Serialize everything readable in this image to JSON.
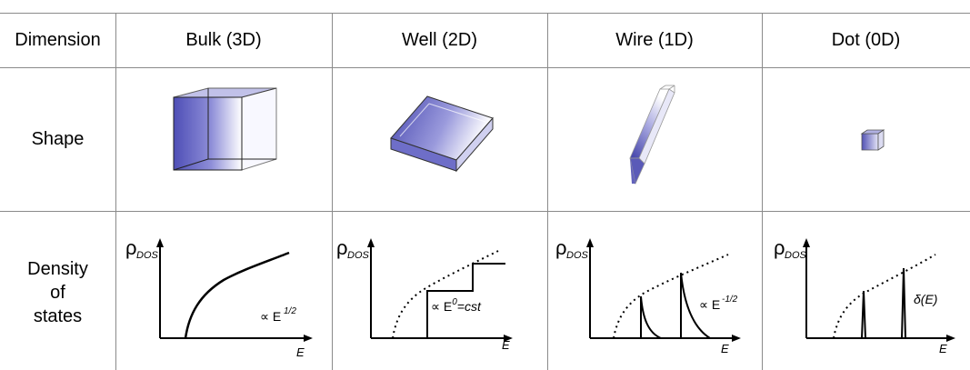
{
  "table": {
    "columns": [
      "Dimension",
      "Bulk (3D)",
      "Well (2D)",
      "Wire (1D)",
      "Dot (0D)"
    ],
    "rows": {
      "shape": "Shape",
      "dos_line1": "Density",
      "dos_line2": "of",
      "dos_line3": "states"
    }
  },
  "plots": {
    "axis_y": "ρ",
    "axis_y_sub": "DOS",
    "axis_x": "E",
    "bulk_label": "∝ E",
    "bulk_exp": "1/2",
    "well_label_pre": "∝ E",
    "well_exp": "0",
    "well_label_post": "=cst",
    "wire_label": "∝ E",
    "wire_exp": "-1/2",
    "dot_label": "δ(E)"
  },
  "colors": {
    "shape_fill_dark": "#5555bb",
    "shape_fill_light": "#ffffff",
    "grid_line": "#8a8a8a"
  }
}
